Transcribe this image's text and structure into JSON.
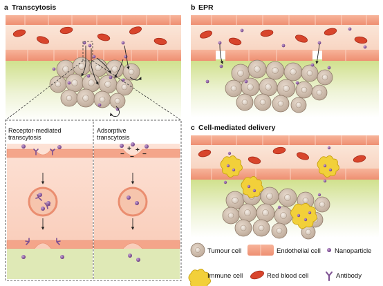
{
  "panels": {
    "a": {
      "letter": "a",
      "title": "Transcytosis"
    },
    "b": {
      "letter": "b",
      "title": "EPR"
    },
    "c": {
      "letter": "c",
      "title": "Cell-mediated delivery"
    }
  },
  "insets": {
    "receptor": {
      "line1": "Receptor-mediated",
      "line2": "transcytosis"
    },
    "adsorptive": {
      "line1": "Adsorptive",
      "line2": "transcytosis"
    }
  },
  "legend": {
    "tumour_cell": "Tumour cell",
    "endothelial_cell": "Endothelial cell",
    "nanoparticle": "Nanoparticle",
    "immune_cell": "Immune cell",
    "red_blood_cell": "Red blood cell",
    "antibody": "Antibody"
  },
  "charges": {
    "plus": "+",
    "minus": "−"
  },
  "colors": {
    "vessel_lumen": "#f9dccb",
    "endothelium": "#f4a58a",
    "tissue": "#dfe9b6",
    "tumour_cell": "#d4c3b4",
    "red_blood_cell": "#d8452c",
    "nanoparticle": "#8b5a9e",
    "immune_cell": "#f2d03a",
    "antibody": "#7c4f91"
  }
}
